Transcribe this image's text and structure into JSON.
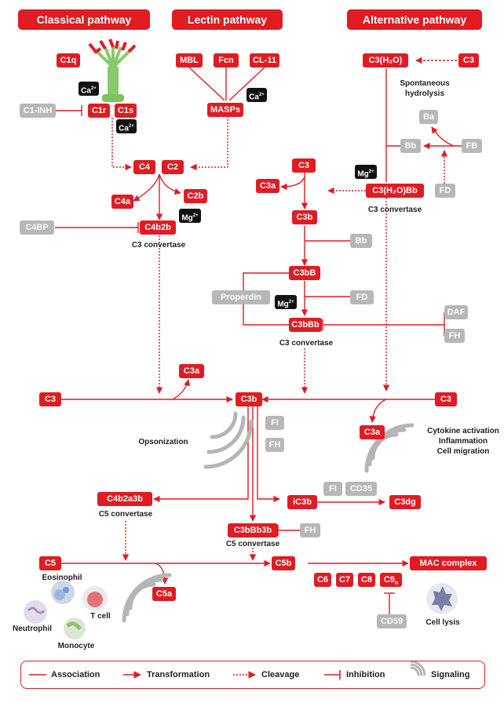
{
  "headers": {
    "classical": "Classical pathway",
    "lectin": "Lectin pathway",
    "alternative": "Alternative pathway"
  },
  "nodes": {
    "c1q": "C1q",
    "c1r": "C1r",
    "c1s": "C1s",
    "c1inh": "C1-INH",
    "mbl": "MBL",
    "fcn": "Fcn",
    "cl11": "CL-11",
    "masps": "MASPs",
    "c3h2o": "C3(H₂O)",
    "c3_alt_top": "C3",
    "ba": "Ba",
    "bb_top": "Bb",
    "fb": "FB",
    "fd_top": "FD",
    "c3h2obb": "C3(H₂O)Bb",
    "c4": "C4",
    "c2": "C2",
    "c4a": "C4a",
    "c2b": "C2b",
    "c4bp": "C4BP",
    "c4b2b": "C4b2b",
    "c3_mid": "C3",
    "c3a_mid": "C3a",
    "c3b_mid": "C3b",
    "bb_mid": "Bb",
    "c3bb": "C3bB",
    "properdin": "Properdin",
    "fd_mid": "FD",
    "c3bbb": "C3bBb",
    "daf": "DAF",
    "fh_right": "FH",
    "c3_left": "C3",
    "c3a_top": "C3a",
    "c3b_center": "C3b",
    "c3_right": "C3",
    "fi_1": "FI",
    "fh_1": "FH",
    "c3a_right": "C3a",
    "fi_2": "FI",
    "cd35": "CD35",
    "c3dg": "C3dg",
    "ic3b": "iC3b",
    "c4b2a3b": "C4b2a3b",
    "c3bbb3b": "C3bBb3b",
    "fh_2": "FH",
    "c5": "C5",
    "c5b": "C5b",
    "c5a": "C5a",
    "mac": "MAC complex",
    "c6": "C6",
    "c7": "C7",
    "c8": "C8",
    "c9": "C9",
    "c9_sub": "n",
    "cd59": "CD59"
  },
  "ions": {
    "ca_1": "Ca",
    "ca_2": "Ca",
    "ca_3": "Ca",
    "mg_1": "Mg",
    "mg_2": "Mg",
    "mg_3": "Mg",
    "sup": "2+"
  },
  "labels": {
    "spontaneous": "Spontaneous\nhydrolysis",
    "conv_alt": "C3 convertase",
    "conv_classical": "C3 convertase",
    "conv_bbb": "C3 convertase",
    "opsonization": "Opsonization",
    "cytokine": "Cytokine activation\nInflammation\nCell migration",
    "c5conv_1": "C5 convertase",
    "c5conv_2": "C5 convertase",
    "eosinophil": "Eosinophil",
    "tcell": "T cell",
    "neutrophil": "Neutrophil",
    "monocyte": "Monocyte",
    "celllysis": "Cell lysis"
  },
  "legend": {
    "association": "Association",
    "transformation": "Transformation",
    "cleavage": "Cleavage",
    "inhibition": "Inhibition",
    "signaling": "Signaling"
  },
  "colors": {
    "red": "#e11b22",
    "gray": "#b7b7b7",
    "black": "#111111"
  }
}
